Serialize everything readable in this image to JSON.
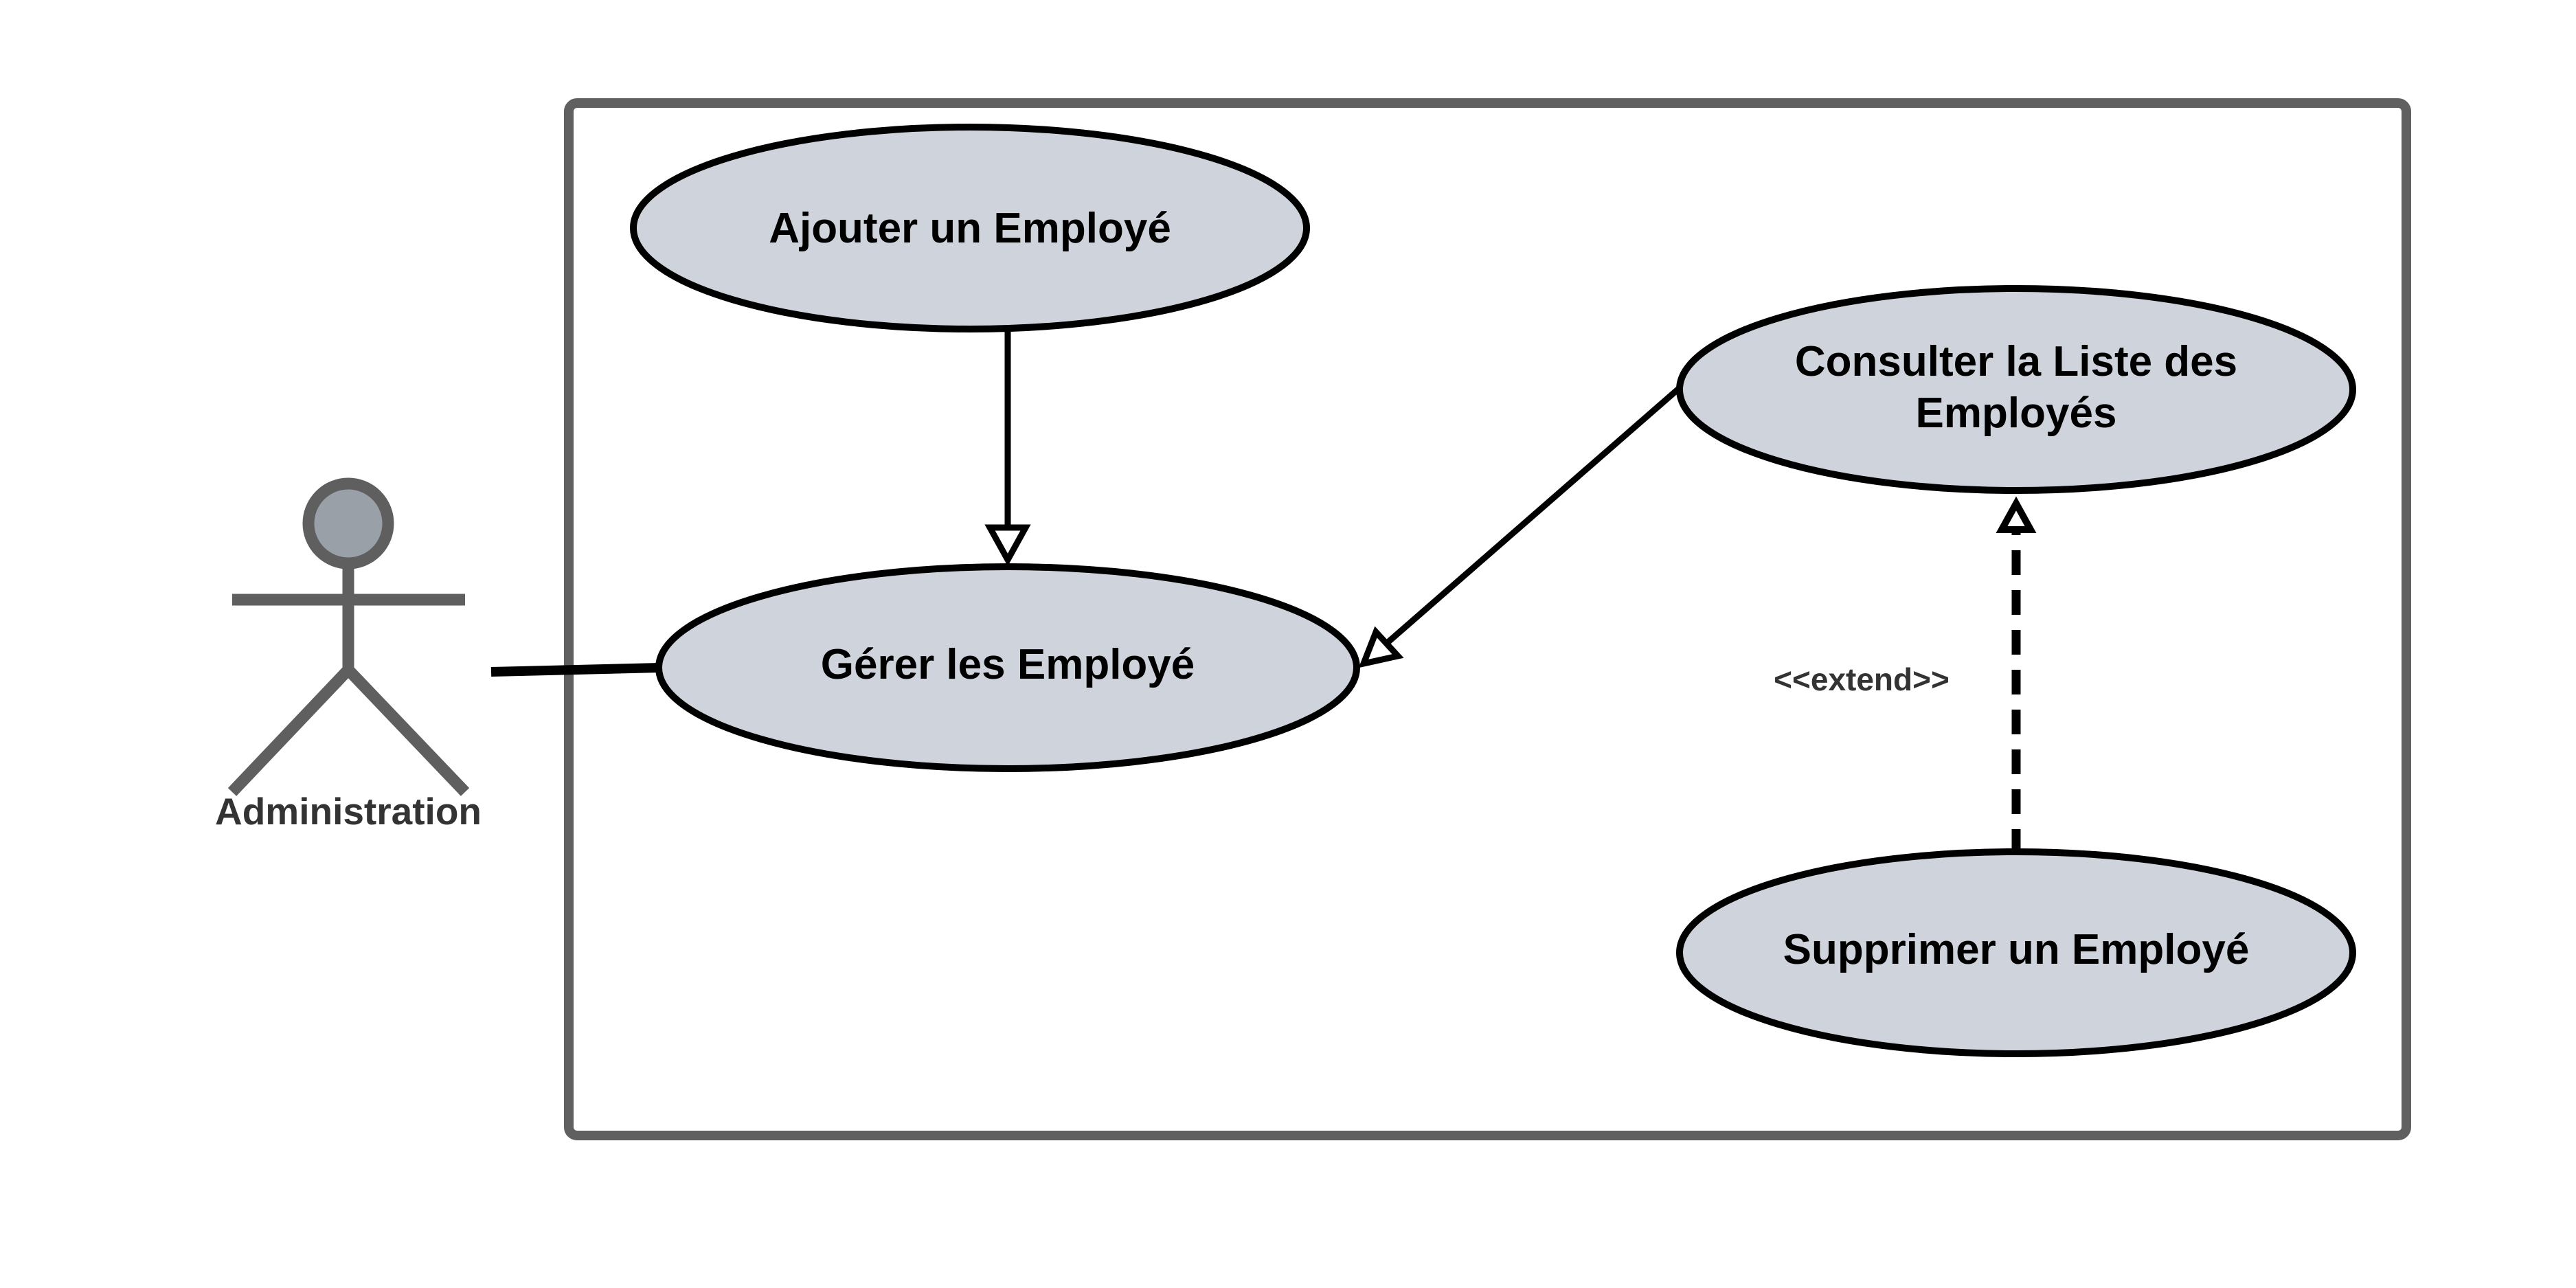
{
  "diagram": {
    "type": "uml-use-case",
    "actor": {
      "name": "Administration"
    },
    "use_cases": {
      "ajouter": {
        "label": "Ajouter un Employé"
      },
      "gerer": {
        "label": "Gérer les Employé"
      },
      "consulter": {
        "lines": [
          "Consulter la Liste des",
          "Employés"
        ]
      },
      "supprimer": {
        "label": "Supprimer un Employé"
      }
    },
    "relations": {
      "actor_to_gerer": {
        "kind": "association"
      },
      "ajouter_to_gerer": {
        "kind": "generalization"
      },
      "consulter_to_gerer": {
        "kind": "generalization"
      },
      "supprimer_to_consulter": {
        "kind": "extend",
        "stereotype": "<<extend>>"
      }
    },
    "colors": {
      "usecase_fill": "#cfd4dc",
      "usecase_stroke": "#000000",
      "system_border": "#606060",
      "actor_stroke": "#5f5f5f",
      "actor_head_fill": "#9aa0a8"
    }
  }
}
